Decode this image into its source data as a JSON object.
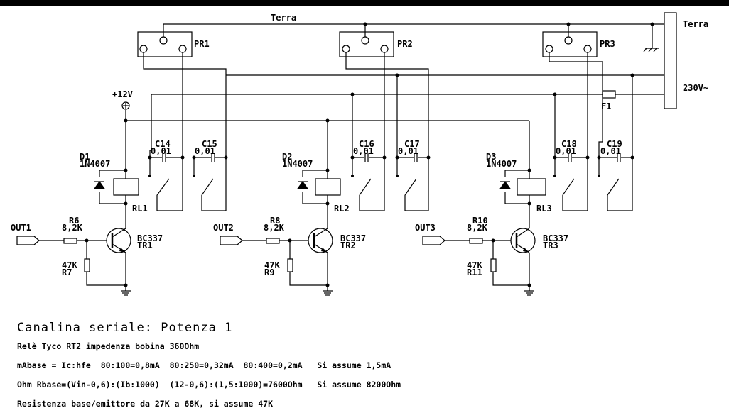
{
  "labels": {
    "terra_top": "Terra",
    "terra_right": "Terra",
    "mains": "230V~",
    "supply": "+12V",
    "fuse": "F1",
    "cap_value": "0,01",
    "diode_part": "1N4007",
    "res_base_value": "8,2K",
    "res_be_value": "47K",
    "transistor_part": "BC337"
  },
  "channels": [
    {
      "out": "OUT1",
      "pr": "PR1",
      "diode": "D1",
      "rb": "R6",
      "rbe": "R7",
      "tr": "TR1",
      "relay": "RL1",
      "c_a": "C14",
      "c_b": "C15"
    },
    {
      "out": "OUT2",
      "pr": "PR2",
      "diode": "D2",
      "rb": "R8",
      "rbe": "R9",
      "tr": "TR2",
      "relay": "RL2",
      "c_a": "C16",
      "c_b": "C17"
    },
    {
      "out": "OUT3",
      "pr": "PR3",
      "diode": "D3",
      "rb": "R10",
      "rbe": "R11",
      "tr": "TR3",
      "relay": "RL3",
      "c_a": "C18",
      "c_b": "C19"
    }
  ],
  "notes": {
    "title": "Canalina seriale: Potenza 1",
    "line1": "Relè Tyco RT2 impedenza bobina 360Ohm",
    "line2": "mAbase = Ic:hfe  80:100=0,8mA  80:250=0,32mA  80:400=0,2mA   Si assume 1,5mA",
    "line3": "Ohm Rbase=(Vin-0,6):(Ib:1000)  (12-0,6):(1,5:1000)=7600Ohm   Si assume 8200Ohm",
    "line4": "Resistenza base/emittore da 27K a 68K, si assume 47K"
  }
}
